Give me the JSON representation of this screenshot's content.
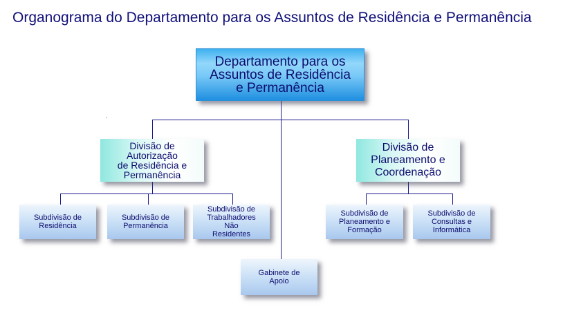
{
  "title": "Organograma do Departamento para os Assuntos de Residência e Permanência",
  "colors": {
    "title_text": "#10107a",
    "box_text": "#0c0c6e",
    "connector": "#1a1a8c"
  },
  "nodes": {
    "department": "Departamento para os\nAssuntos de Residência\ne Permanência",
    "division_authorization": "Divisão de\nAutorização\nde Residência e\nPermanência",
    "division_planning": "Divisão de\nPlaneamento e\nCoordenação",
    "subdivision_residence": "Subdivisão de\nResidência",
    "subdivision_permanence": "Subdivisão de\nPermanência",
    "subdivision_nonresident_workers": "Subdivisão de\nTrabalhadores\nNão\nResidentes",
    "subdivision_planning_training": "Subdivisão de\nPlaneamento e\nFormação",
    "subdivision_consulting_it": "Subdivisão de\nConsultas e\nInformática",
    "support_office": "Gabinete de\nApoio"
  }
}
